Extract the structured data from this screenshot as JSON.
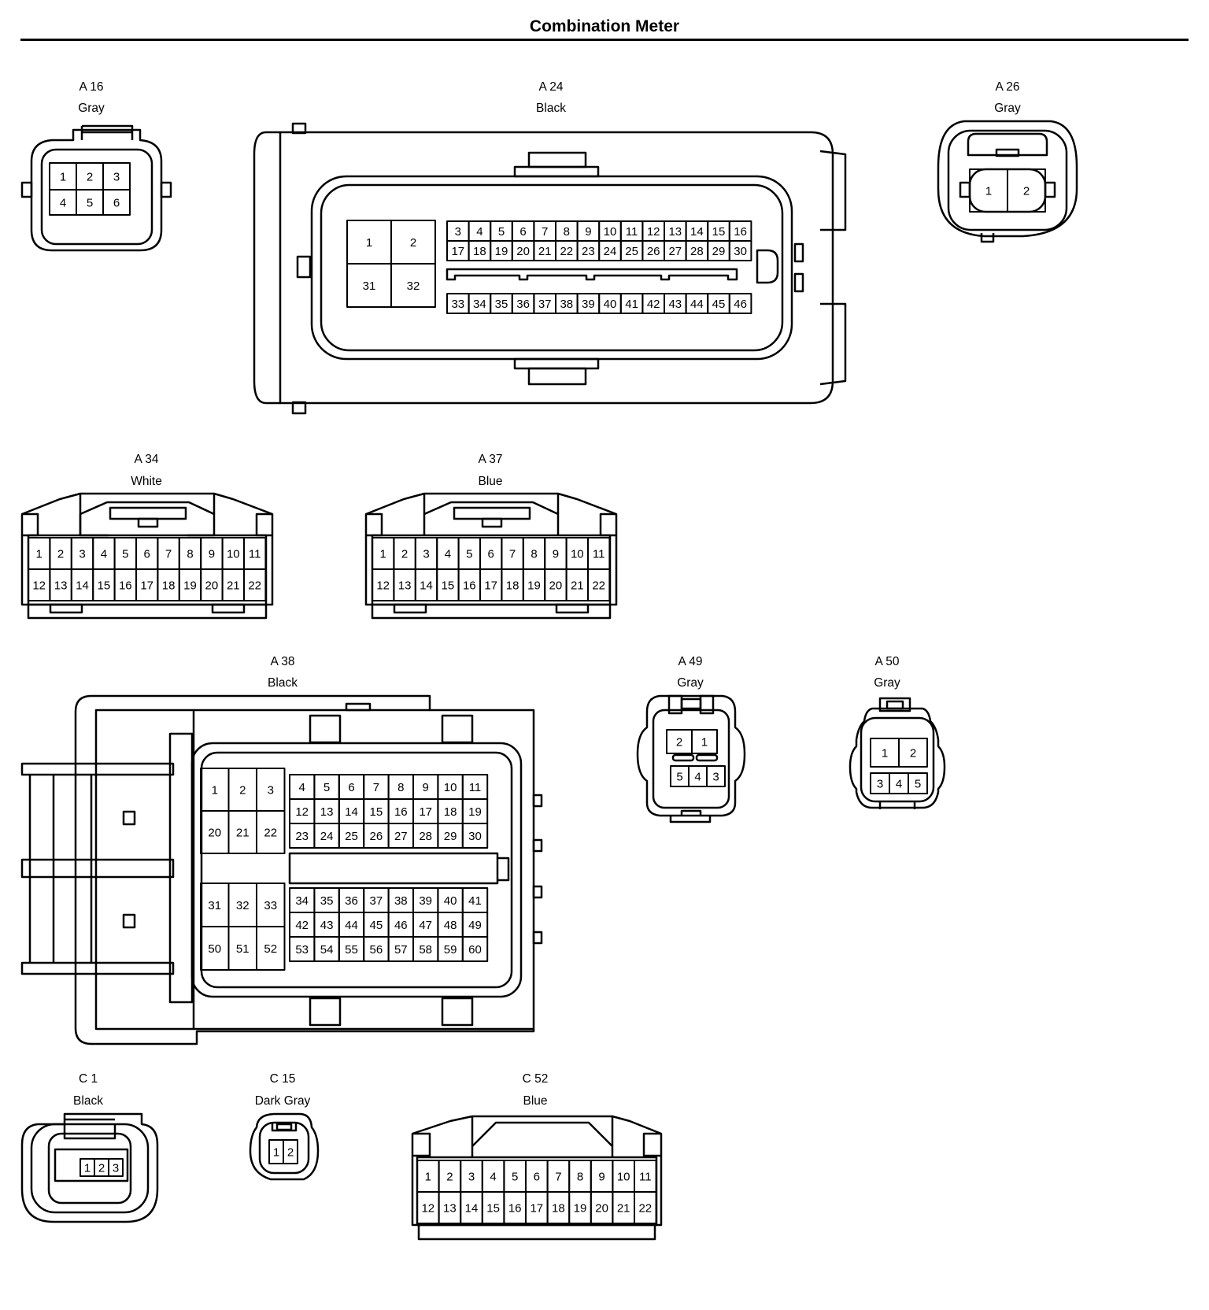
{
  "title": "Combination Meter",
  "connectors": [
    {
      "id": "A 16",
      "color": "Gray"
    },
    {
      "id": "A 24",
      "color": "Black"
    },
    {
      "id": "A 26",
      "color": "Gray"
    },
    {
      "id": "A 34",
      "color": "White"
    },
    {
      "id": "A 37",
      "color": "Blue"
    },
    {
      "id": "A 38",
      "color": "Black"
    },
    {
      "id": "A 49",
      "color": "Gray"
    },
    {
      "id": "A 50",
      "color": "Gray"
    },
    {
      "id": "C 1",
      "color": "Black"
    },
    {
      "id": "C 15",
      "color": "Dark Gray"
    },
    {
      "id": "C 52",
      "color": "Blue"
    }
  ]
}
